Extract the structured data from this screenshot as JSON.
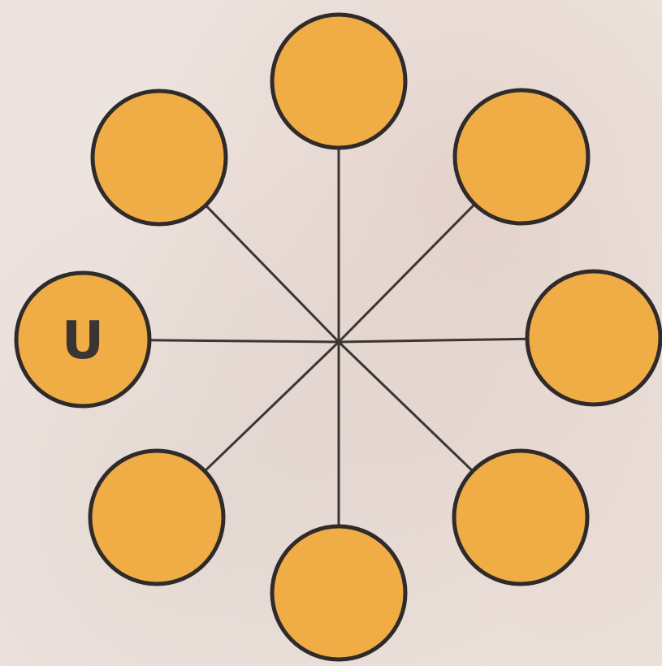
{
  "colors": {
    "node_fill": "#f0ad45",
    "node_stroke": "#2f2b2b",
    "spoke": "#3a3636"
  },
  "nodes": [
    {
      "id": "top",
      "letter": ""
    },
    {
      "id": "top-right",
      "letter": ""
    },
    {
      "id": "right",
      "letter": ""
    },
    {
      "id": "bottom-right",
      "letter": ""
    },
    {
      "id": "bottom",
      "letter": ""
    },
    {
      "id": "bottom-left",
      "letter": ""
    },
    {
      "id": "left",
      "letter": "U"
    },
    {
      "id": "top-left",
      "letter": ""
    }
  ]
}
